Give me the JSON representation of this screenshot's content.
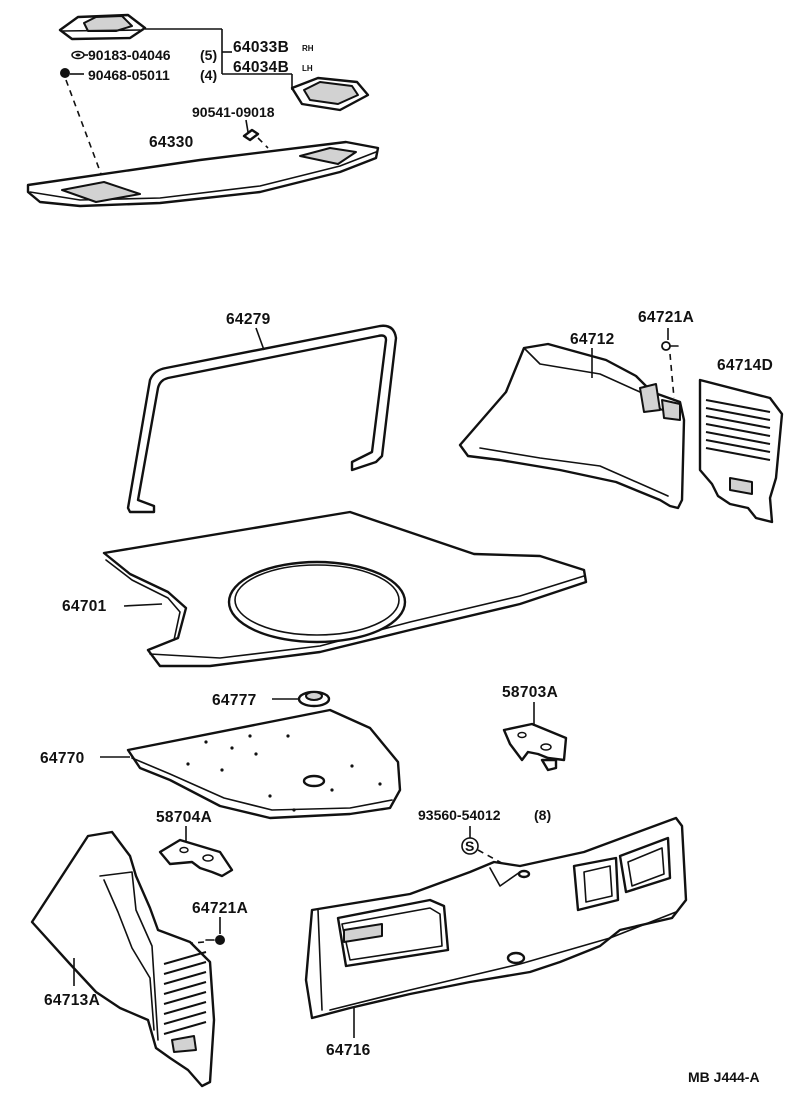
{
  "labels": {
    "bracket_rh_part": "64033B",
    "bracket_rh_side": "RH",
    "bracket_lh_part": "64034B",
    "bracket_lh_side": "LH",
    "screw": "90183-04046",
    "screw_qty": "(5)",
    "nut": "90468-05011",
    "nut_qty": "(4)",
    "clip_top": "90541-09018",
    "package_tray": "64330",
    "weatherstrip": "64279",
    "side_trim_rh": "64712",
    "clip_rh": "64721A",
    "vent_cover_rh": "64714D",
    "floor_mat": "64701",
    "plug": "64777",
    "floor_board": "64770",
    "bracket_rh_lower": "58703A",
    "bracket_lh_lower": "58704A",
    "fastener": "93560-54012",
    "fastener_qty": "(8)",
    "fastener_symbol": "S",
    "clip_lh": "64721A",
    "side_trim_lh": "64713A",
    "rear_trim": "64716",
    "diagram_code": "MB J444-A"
  }
}
